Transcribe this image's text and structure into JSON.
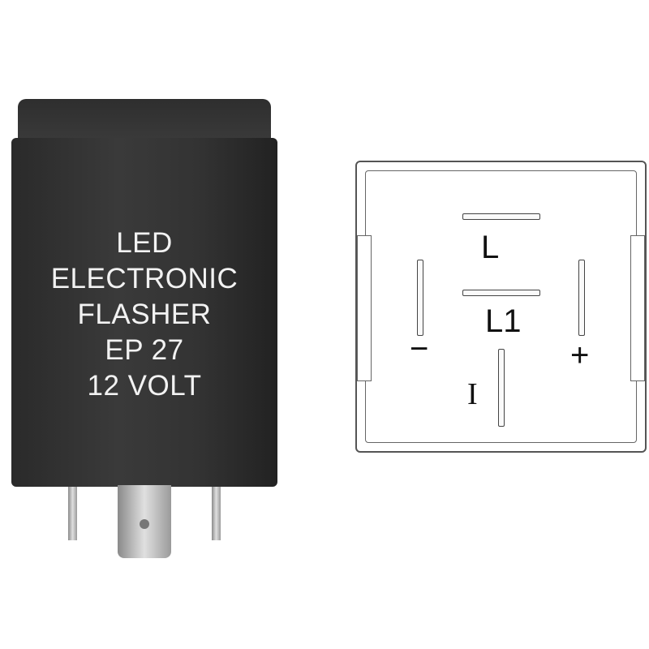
{
  "product": {
    "label_lines": [
      "LED",
      "ELECTRONIC",
      "FLASHER",
      "EP 27",
      "12 VOLT"
    ]
  },
  "diagram": {
    "terminals": {
      "top": "L",
      "center": "L1",
      "left": "−",
      "right": "+",
      "bottom": "I"
    }
  }
}
